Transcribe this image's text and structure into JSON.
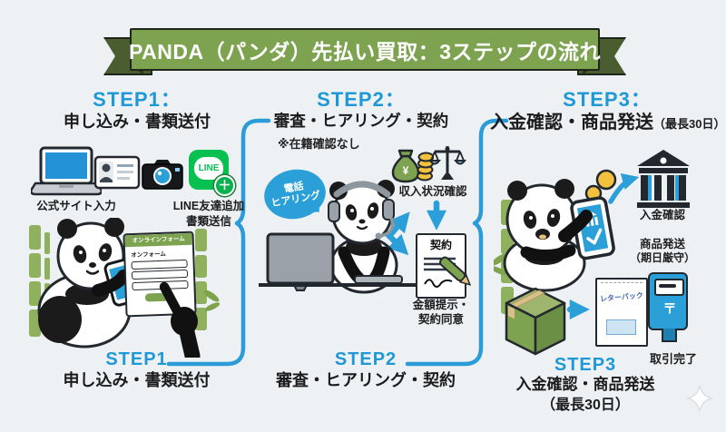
{
  "banner_title": "PANDA（パンダ）先払い買取：3ステップの流れ",
  "colors": {
    "accent_blue": "#1e98d6",
    "arrow_blue": "#2d9fd8",
    "ribbon_green": "#7da351",
    "line_green": "#06c151",
    "postbox_blue": "#2b9fd8",
    "coin_yellow": "#f2c23e"
  },
  "glyphs": {
    "line": "LINE",
    "plus": "＋",
    "yen": "¥"
  },
  "steps": [
    {
      "header_step": "STEP1：",
      "header_title": "申し込み・書類送付",
      "labels": {
        "site": "公式サイト入力",
        "line_add": "LINE友達追加",
        "line_send": "書類送信"
      },
      "form": {
        "header": "オンラインフォーム",
        "field_label": "オンフォーム"
      },
      "footer_step": "STEP1",
      "footer_title": "申し込み・書類送付"
    },
    {
      "header_step": "STEP2：",
      "header_title": "審査・ヒアリング・契約",
      "note": "※在籍確認なし",
      "bubble": {
        "line1": "電話",
        "line2": "ヒアリング"
      },
      "income_label": "収入状況確認",
      "contract_title": "契約",
      "agree": {
        "line1": "金額提示・",
        "line2": "契約同意"
      },
      "footer_step": "STEP2",
      "footer_title": "審査・ヒアリング・契約"
    },
    {
      "header_step": "STEP3：",
      "header_title": "入金確認・商品発送",
      "header_suffix": "（最長30日）",
      "bank_label": "入金確認",
      "ship": {
        "line1": "商品発送",
        "line2": "（期日厳守）"
      },
      "letter_pack": "レターパック",
      "post_symbol": "〒",
      "complete": "取引完了",
      "footer_step": "STEP3",
      "footer_title": "入金確認・商品発送",
      "footer_suffix": "（最長30日）"
    }
  ]
}
